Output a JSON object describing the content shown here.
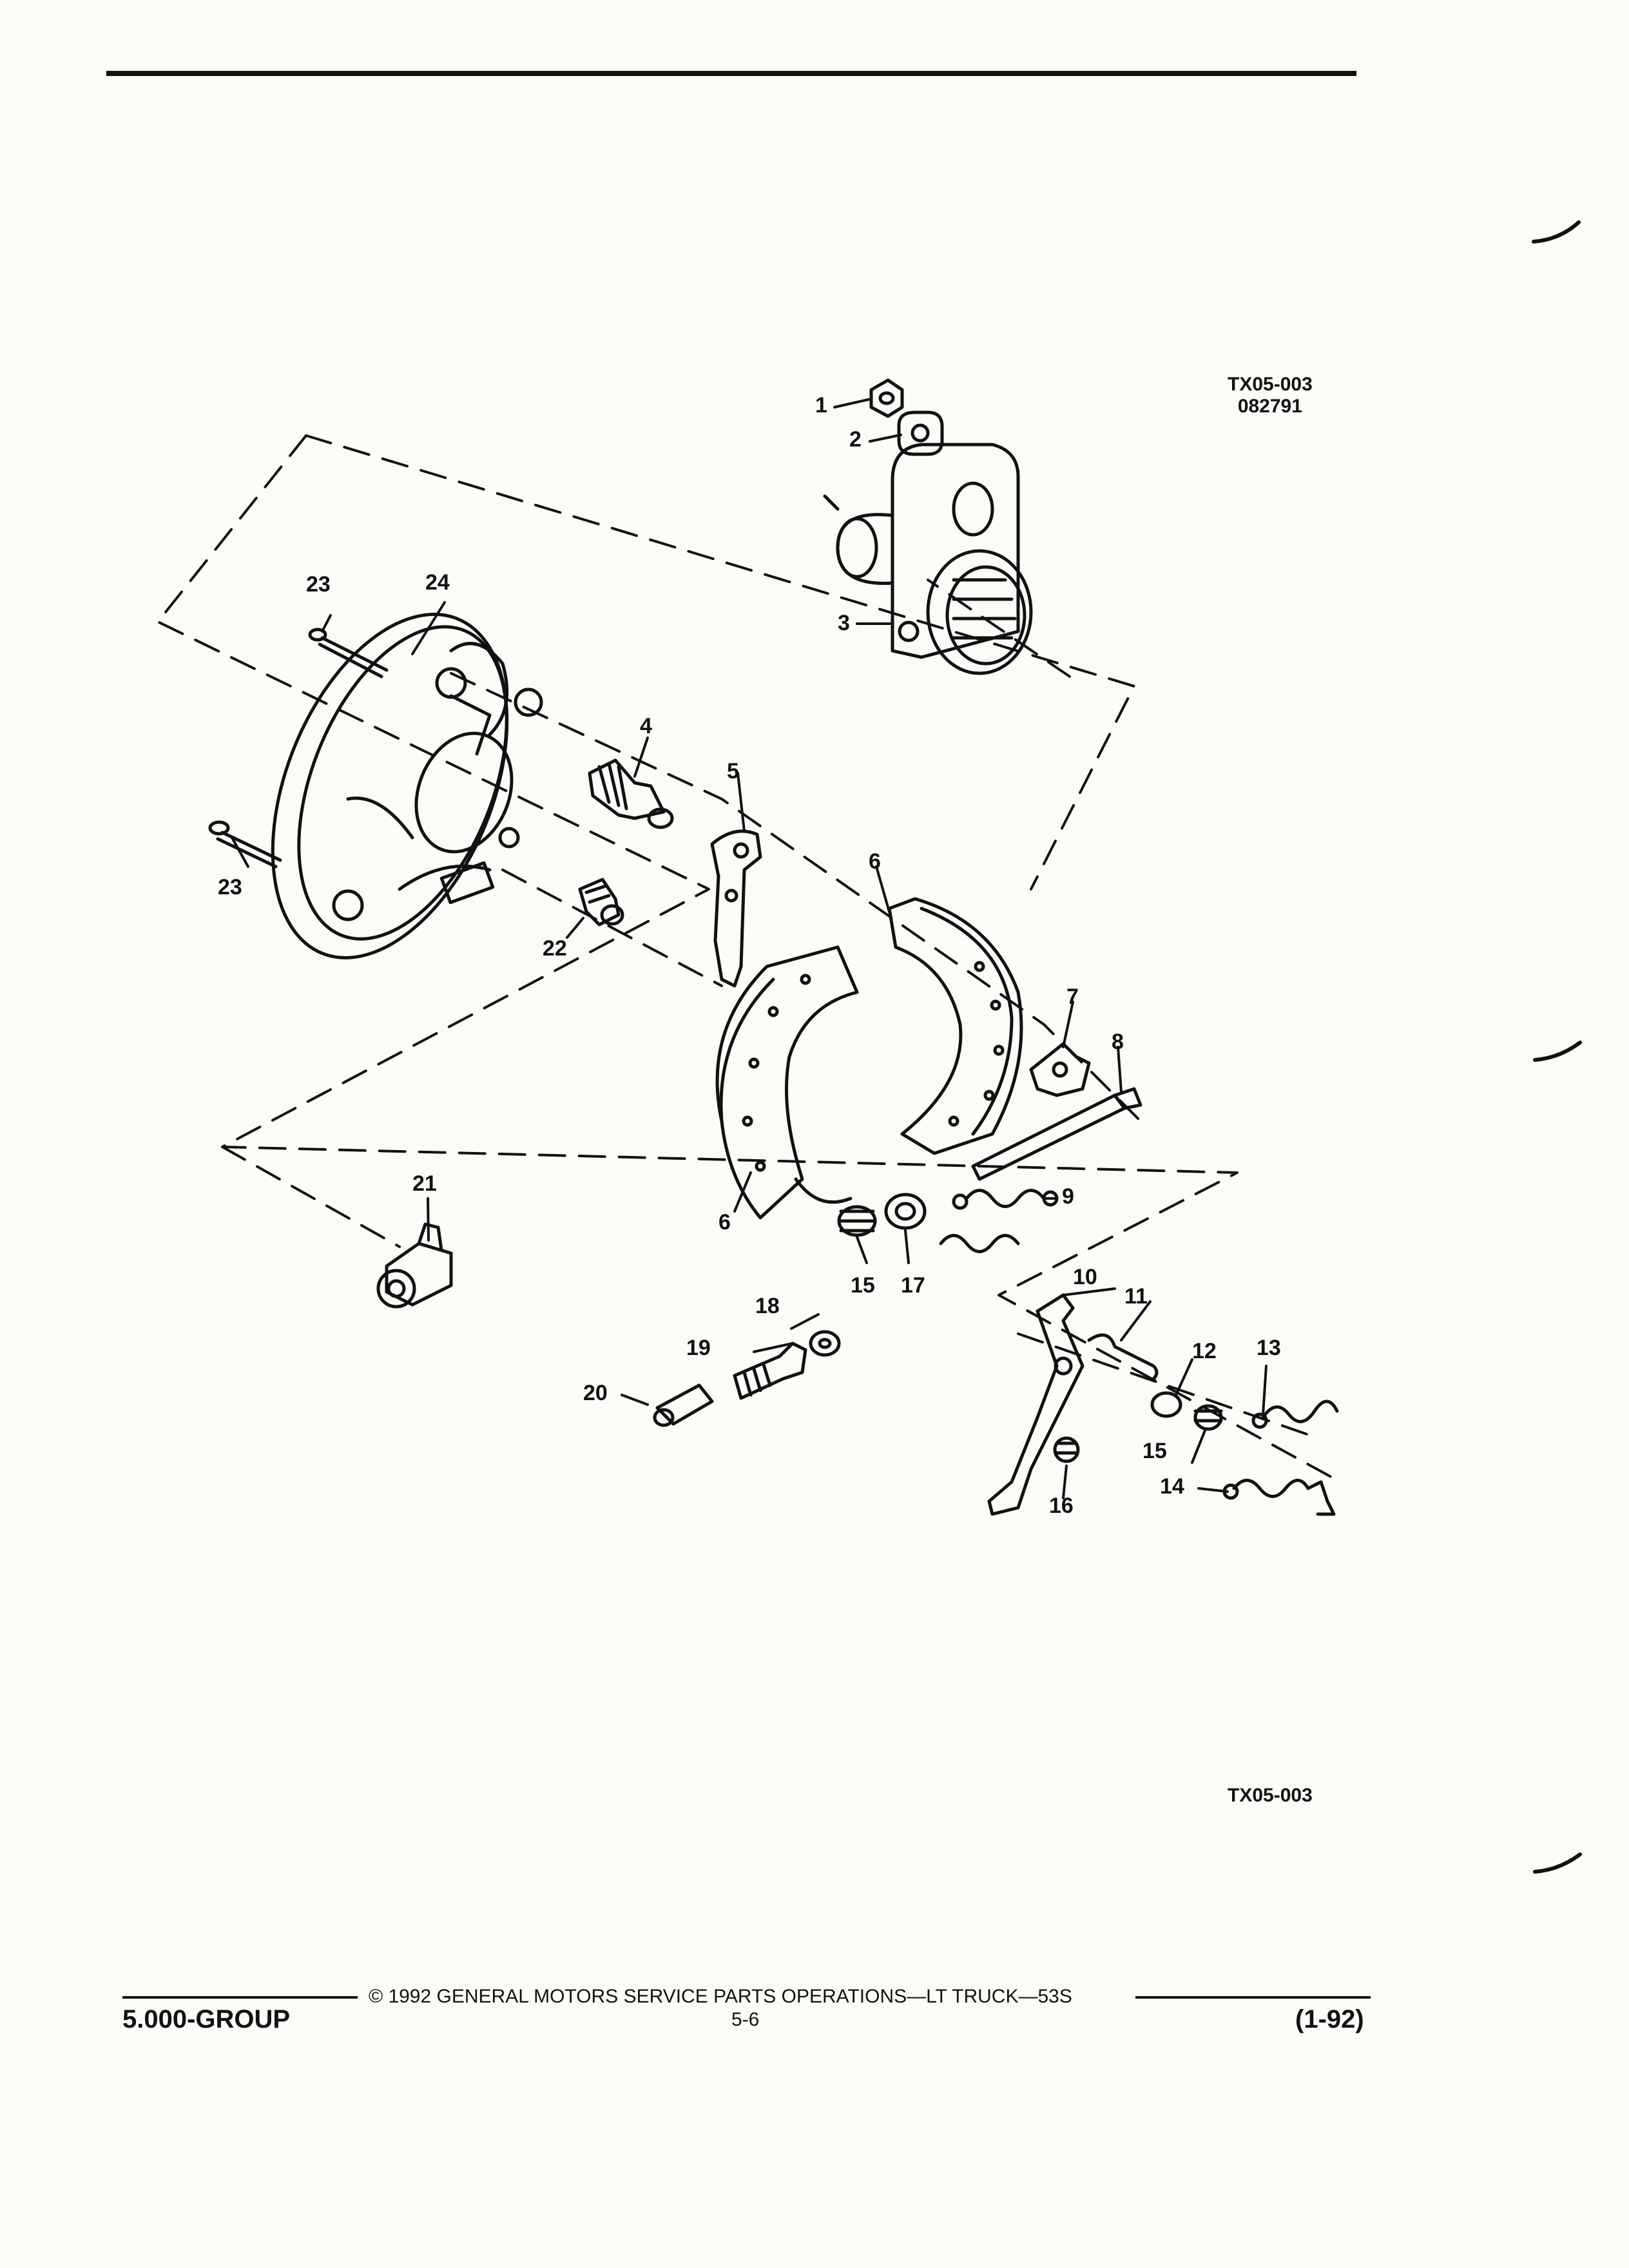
{
  "diagram": {
    "ref_top_line1": "TX05-003",
    "ref_top_line2": "082791",
    "ref_bottom": "TX05-003",
    "callouts": {
      "c1": "1",
      "c2": "2",
      "c3": "3",
      "c4": "4",
      "c5": "5",
      "c6a": "6",
      "c6b": "6",
      "c7": "7",
      "c8": "8",
      "c9": "9",
      "c10": "10",
      "c11": "11",
      "c12": "12",
      "c13": "13",
      "c14": "14",
      "c15a": "15",
      "c15b": "15",
      "c16": "16",
      "c17": "17",
      "c18": "18",
      "c19": "19",
      "c20": "20",
      "c21": "21",
      "c22": "22",
      "c23a": "23",
      "c23b": "23",
      "c24": "24"
    }
  },
  "footer": {
    "copyright": "© 1992 GENERAL MOTORS SERVICE PARTS OPERATIONS—LT TRUCK—53S",
    "group": "5.000-GROUP",
    "page": "5-6",
    "date": "(1-92)"
  }
}
